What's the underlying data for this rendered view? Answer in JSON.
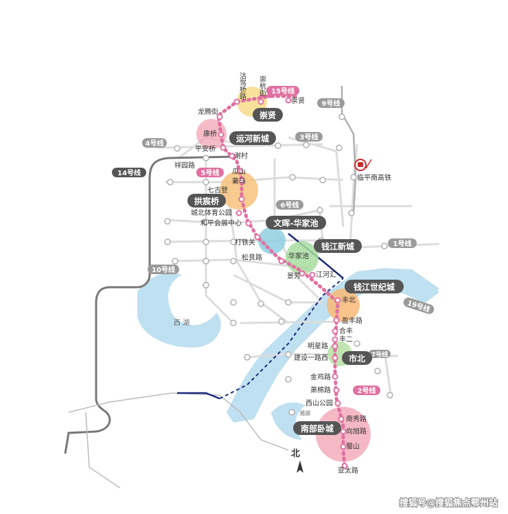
{
  "lines": {
    "l15": "15号线",
    "l9": "9号线",
    "l4": "4号线",
    "l3": "3号线",
    "l14": "14号线",
    "l5": "5号线",
    "l6": "6号线",
    "l1": "1号线",
    "l10": "10号线",
    "l19": "19号线",
    "l7": "7号线",
    "l2": "2号线"
  },
  "districts": {
    "chongxian": "崇贤",
    "yunhe": "运河新城",
    "gongchenqiao": "拱宸桥",
    "wenhui": "文晖-华家池",
    "qianjiang": "钱江新城",
    "qianjiang_century": "钱江世纪城",
    "shibei": "市北",
    "nanbu": "南部卧城"
  },
  "stations": {
    "gujiaqiaolu": "沽驾桥路",
    "chonghangjie": "崇杭街",
    "chongxian": "崇贤",
    "longtengjie": "龙腾街",
    "kangqiao": "康桥",
    "pinganqiao": "平安桥",
    "xiecun": "谢村",
    "xiangyuanlu": "祥园路",
    "guashan": "瓜山",
    "haoma": "蓑马",
    "qigudeng": "七古登",
    "chengbei_park": "城北体育公园",
    "heping": "和平会展中心",
    "datieguan": "打铁关",
    "songliang": "松艮路",
    "huajiachi": "华家池",
    "jingfang": "景芳",
    "jianghehui": "江河汇",
    "linping_hsr": "临平南高铁",
    "fengbei": "丰北",
    "yingfeng": "盈丰路",
    "hefeng": "合丰",
    "fenger": "丰二",
    "mingxing": "明星路",
    "jianshe1": "建设一路西",
    "jinji": "金鸡路",
    "xiaomian": "萧棉路",
    "xishan_park": "西山公园",
    "nanxiu": "南秀路",
    "xiangxu": "向旭路",
    "shushan": "蜀山",
    "yatai": "亚太路"
  },
  "lakes": {
    "xihu": "西 湖",
    "xianghu": "湘湖"
  },
  "north_label": "北",
  "watermark": "搜狐号@搜狐焦点鄂州站",
  "colors": {
    "pink_line": "#e070a0",
    "navy_line": "#1a2a7a",
    "grey_line": "#8a8a8a",
    "dark_grey_line": "#555555",
    "badge": "#555555",
    "river": "#bfe0f0",
    "minor_lines": "#dcdcdc"
  }
}
